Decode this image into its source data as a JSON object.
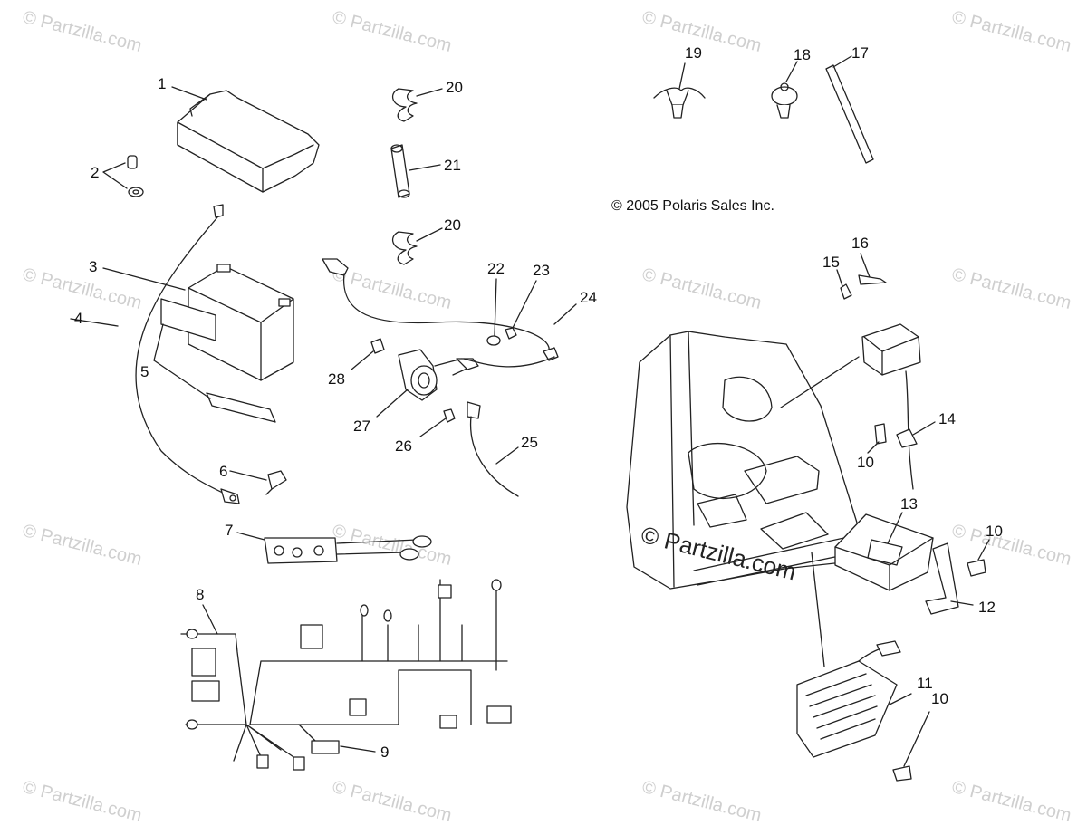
{
  "watermark": {
    "text": "© Partzilla.com"
  },
  "center_watermark": "© Partzilla.com",
  "copyright": "© 2005 Polaris Sales Inc.",
  "callouts": {
    "c1": "1",
    "c2": "2",
    "c3": "3",
    "c4": "4",
    "c5": "5",
    "c6": "6",
    "c7": "7",
    "c8": "8",
    "c9": "9",
    "c10a": "10",
    "c10b": "10",
    "c10c": "10",
    "c11": "11",
    "c12": "12",
    "c13": "13",
    "c14": "14",
    "c15": "15",
    "c16": "16",
    "c17": "17",
    "c18": "18",
    "c19": "19",
    "c20a": "20",
    "c20b": "20",
    "c21": "21",
    "c22": "22",
    "c23": "23",
    "c24": "24",
    "c25": "25",
    "c26": "26",
    "c27": "27",
    "c28": "28"
  }
}
